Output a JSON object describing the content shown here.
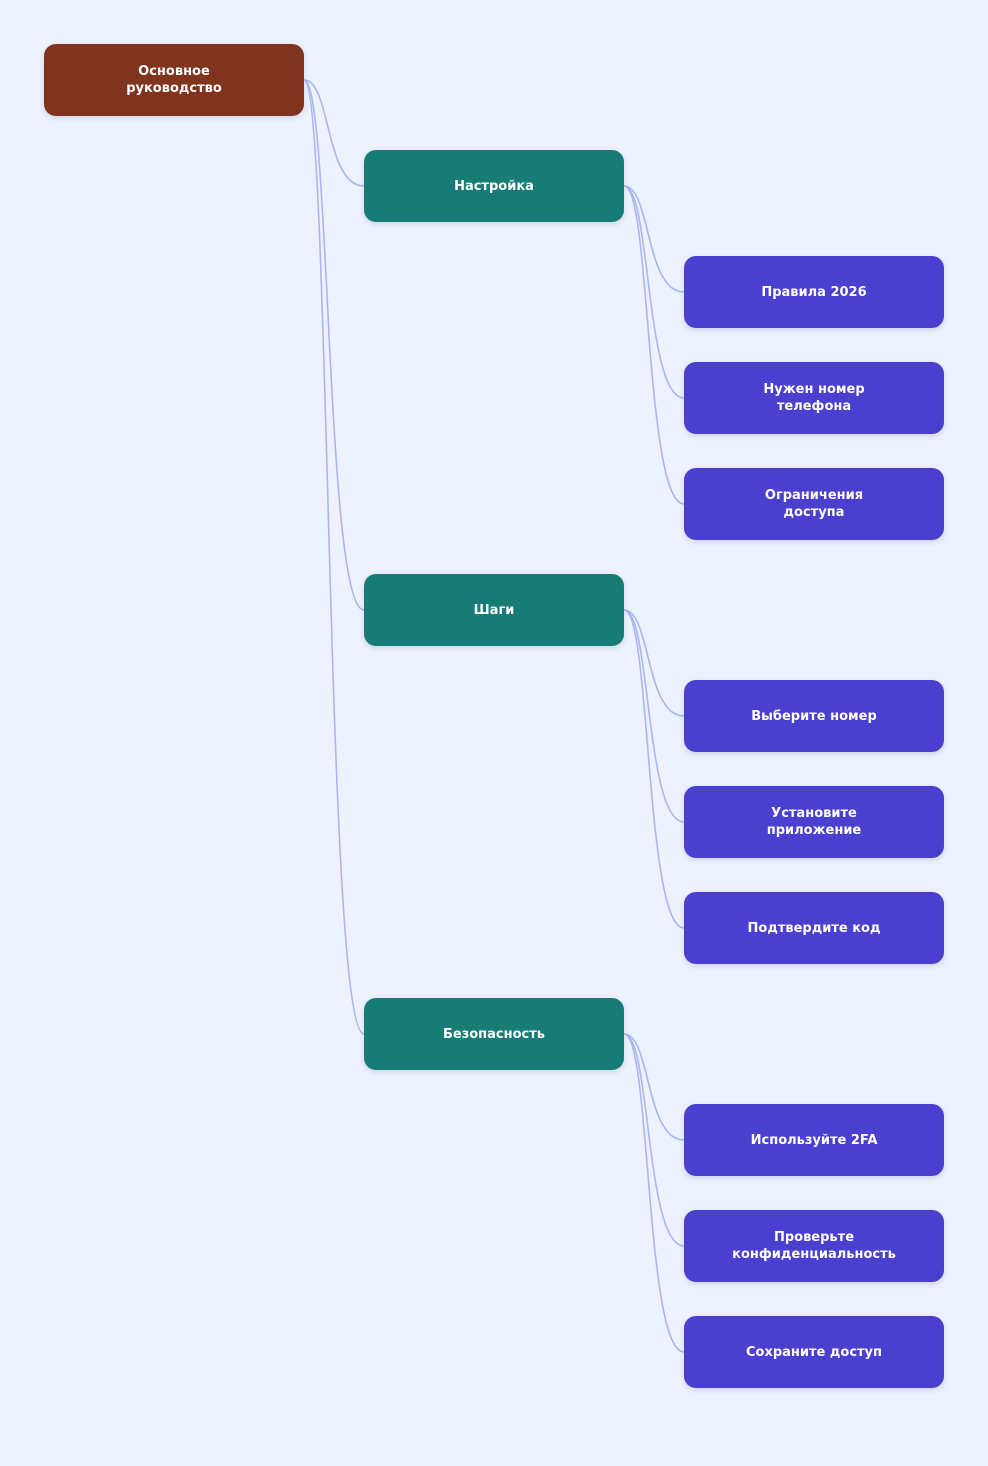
{
  "colors": {
    "background": "#eef2fe",
    "connector": "#a8b7f3",
    "root": "#80331d",
    "level1": "#177c75",
    "level2": "#4a3fcf",
    "text": "#ffffff"
  },
  "tree": {
    "root": {
      "label": "Основное\nруководство"
    },
    "branches": [
      {
        "label": "Настройка",
        "children": [
          {
            "label": "Правила 2026"
          },
          {
            "label": "Нужен номер\nтелефона"
          },
          {
            "label": "Ограничения\nдоступа"
          }
        ]
      },
      {
        "label": "Шаги",
        "children": [
          {
            "label": "Выберите номер"
          },
          {
            "label": "Установите\nприложение"
          },
          {
            "label": "Подтвердите код"
          }
        ]
      },
      {
        "label": "Безопасность",
        "children": [
          {
            "label": "Используйте 2FA"
          },
          {
            "label": "Проверьте\nконфиденциальность"
          },
          {
            "label": "Сохраните доступ"
          }
        ]
      }
    ]
  }
}
